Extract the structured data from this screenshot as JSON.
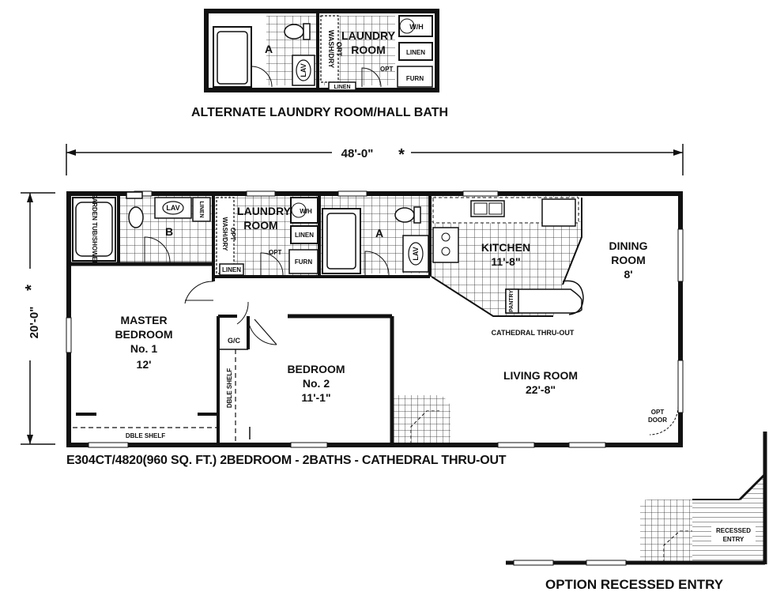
{
  "alternate": {
    "caption": "ALTERNATE LAUNDRY ROOM/HALL BATH",
    "bath_letter": "A",
    "lav": "LAV",
    "wash_dry": "WASH/DRY",
    "opt": "OPT",
    "laundry1": "LAUNDRY",
    "laundry2": "ROOM",
    "wh": "W/H",
    "linen": "LINEN",
    "opt2": "OPT",
    "furn": "FURN",
    "linen2": "LINEN"
  },
  "dimensions": {
    "width": "48'-0\"",
    "depth": "20'-0\"",
    "mark": "*"
  },
  "rooms": {
    "garden_tub": "GARDEN TUB/SHOWER",
    "lav_b": "LAV",
    "linen_b": "LINEN",
    "bath_b": "B",
    "wash_dry": "WASH/DRY",
    "opt_wd": "OPT",
    "laundry1": "LAUNDRY",
    "laundry2": "ROOM",
    "wh": "W/H",
    "linen_l": "LINEN",
    "opt_l": "OPT",
    "furn": "FURN",
    "linen_hall": "LINEN",
    "bath_a": "A",
    "lav_a": "LAV",
    "kitchen1": "KITCHEN",
    "kitchen2": "11'-8\"",
    "dining1": "DINING",
    "dining2": "ROOM",
    "dining3": "8'",
    "pantry": "PANTRY",
    "cathedral": "CATHEDRAL THRU-OUT",
    "master1": "MASTER",
    "master2": "BEDROOM",
    "master3": "No. 1",
    "master4": "12'",
    "gc": "G/C",
    "dble_shelf_v": "DBLE SHELF",
    "bed2_1": "BEDROOM",
    "bed2_2": "No. 2",
    "bed2_3": "11'-1\"",
    "living1": "LIVING ROOM",
    "living2": "22'-8\"",
    "opt_door1": "OPT",
    "opt_door2": "DOOR",
    "dble_shelf_h": "DBLE SHELF"
  },
  "main_caption": "E304CT/4820(960 SQ. FT.) 2BEDROOM - 2BATHS - CATHEDRAL THRU-OUT",
  "entry": {
    "recessed1": "RECESSED",
    "recessed2": "ENTRY",
    "caption": "OPTION RECESSED ENTRY"
  }
}
